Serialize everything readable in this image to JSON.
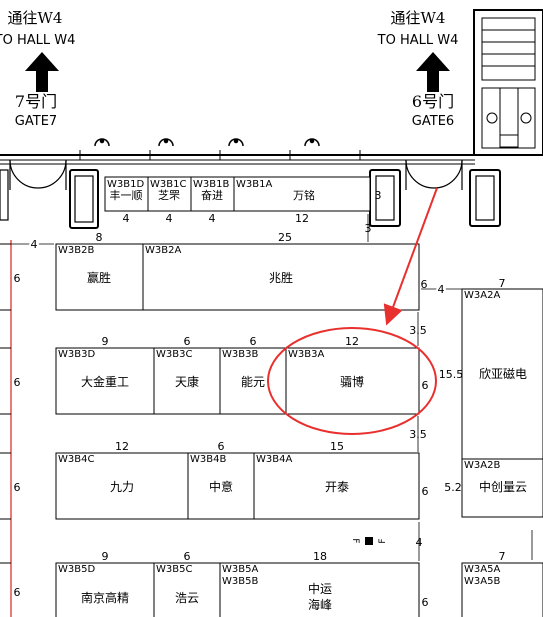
{
  "gates": {
    "left": {
      "to_cn": "通往W4",
      "to_en": "TO HALL W4",
      "gate_cn": "7号门",
      "gate_en": "GATE7"
    },
    "right": {
      "to_cn": "通往W4",
      "to_en": "TO HALL W4",
      "gate_cn": "6号门",
      "gate_en": "GATE6"
    }
  },
  "rows": {
    "row1": [
      {
        "code": "W3B1D",
        "name": "丰一顺"
      },
      {
        "code": "W3B1C",
        "name": "芝罘"
      },
      {
        "code": "W3B1B",
        "name": "奋进"
      },
      {
        "code": "W3B1A",
        "name": "万铭"
      }
    ],
    "row2": [
      {
        "code": "W3B2B",
        "name": "赢胜"
      },
      {
        "code": "W3B2A",
        "name": "兆胜"
      }
    ],
    "row3": [
      {
        "code": "W3B3D",
        "name": "大金重工"
      },
      {
        "code": "W3B3C",
        "name": "天康"
      },
      {
        "code": "W3B3B",
        "name": "能元"
      },
      {
        "code": "W3B3A",
        "name": "骦博"
      }
    ],
    "row4": [
      {
        "code": "W3B4C",
        "name": "九力"
      },
      {
        "code": "W3B4B",
        "name": "中意"
      },
      {
        "code": "W3B4A",
        "name": "开泰"
      }
    ],
    "row5": [
      {
        "code": "W3B5D",
        "name": "南京高精"
      },
      {
        "code": "W3B5C",
        "name": "浩云"
      },
      {
        "code": "W3B5A",
        "code2": "W3B5B",
        "name": "中运",
        "name2": "海峰"
      }
    ],
    "east": [
      {
        "code": "W3A2A",
        "name": "欣亚磁电"
      },
      {
        "code": "W3A2B",
        "name": "中创量云"
      },
      {
        "code": "W3A5A",
        "code2": "W3A5B",
        "name": ""
      }
    ]
  },
  "dimensions": {
    "row1": [
      "4",
      "4",
      "4",
      "12"
    ],
    "row2": [
      "8",
      "25"
    ],
    "row3": [
      "9",
      "6",
      "6",
      "12"
    ],
    "row4": [
      "12",
      "6",
      "15"
    ],
    "row5": [
      "9",
      "6",
      "18"
    ],
    "side": {
      "left_walk": "4",
      "aisle_3a": "3",
      "aisle_3b": "3",
      "r2_left": "6",
      "r3_left": "6",
      "r4_left": "6",
      "r5_left": "6",
      "r2_right": "6",
      "east_walk": "4",
      "east_width": "7",
      "aisle_35a": "3.5",
      "aisle_35b": "3.5",
      "r3_right": "6",
      "east_155": "15.5",
      "r4_right": "6",
      "east_52": "5.2",
      "aisle_4": "4",
      "east_width2": "7",
      "r5_right": "6"
    }
  },
  "facilities": {
    "fire_label": "F"
  },
  "colors": {
    "highlight": "#e8302e",
    "arrow": "#e8302e",
    "boundary": "#d8231f"
  }
}
